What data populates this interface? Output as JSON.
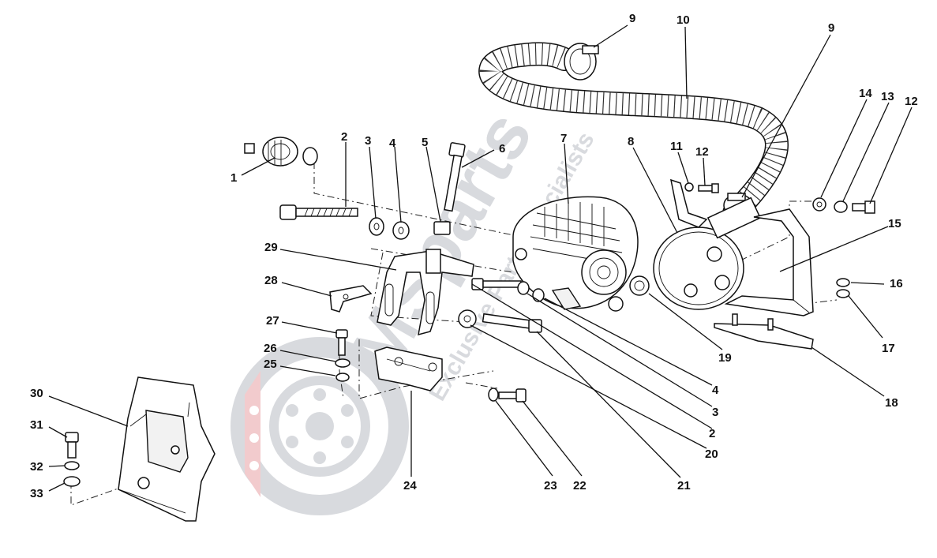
{
  "diagram": {
    "watermark": {
      "brand": "MSparts",
      "tagline": "Exclusive Parts Specialists"
    },
    "callouts": [
      {
        "id": "c9a",
        "label": "9"
      },
      {
        "id": "c10",
        "label": "10"
      },
      {
        "id": "c9b",
        "label": "9"
      },
      {
        "id": "c14",
        "label": "14"
      },
      {
        "id": "c13",
        "label": "13"
      },
      {
        "id": "c12a",
        "label": "12"
      },
      {
        "id": "c2a",
        "label": "2"
      },
      {
        "id": "c3a",
        "label": "3"
      },
      {
        "id": "c4a",
        "label": "4"
      },
      {
        "id": "c5",
        "label": "5"
      },
      {
        "id": "c6",
        "label": "6"
      },
      {
        "id": "c7",
        "label": "7"
      },
      {
        "id": "c8",
        "label": "8"
      },
      {
        "id": "c11",
        "label": "11"
      },
      {
        "id": "c12b",
        "label": "12"
      },
      {
        "id": "c1",
        "label": "1"
      },
      {
        "id": "c15",
        "label": "15"
      },
      {
        "id": "c29",
        "label": "29"
      },
      {
        "id": "c16",
        "label": "16"
      },
      {
        "id": "c28",
        "label": "28"
      },
      {
        "id": "c17",
        "label": "17"
      },
      {
        "id": "c27",
        "label": "27"
      },
      {
        "id": "c19",
        "label": "19"
      },
      {
        "id": "c26",
        "label": "26"
      },
      {
        "id": "c25",
        "label": "25"
      },
      {
        "id": "c4b",
        "label": "4"
      },
      {
        "id": "c30",
        "label": "30"
      },
      {
        "id": "c18",
        "label": "18"
      },
      {
        "id": "c3b",
        "label": "3"
      },
      {
        "id": "c31",
        "label": "31"
      },
      {
        "id": "c2b",
        "label": "2"
      },
      {
        "id": "c20",
        "label": "20"
      },
      {
        "id": "c32",
        "label": "32"
      },
      {
        "id": "c24",
        "label": "24"
      },
      {
        "id": "c23",
        "label": "23"
      },
      {
        "id": "c22",
        "label": "22"
      },
      {
        "id": "c21",
        "label": "21"
      },
      {
        "id": "c33",
        "label": "33"
      }
    ]
  }
}
